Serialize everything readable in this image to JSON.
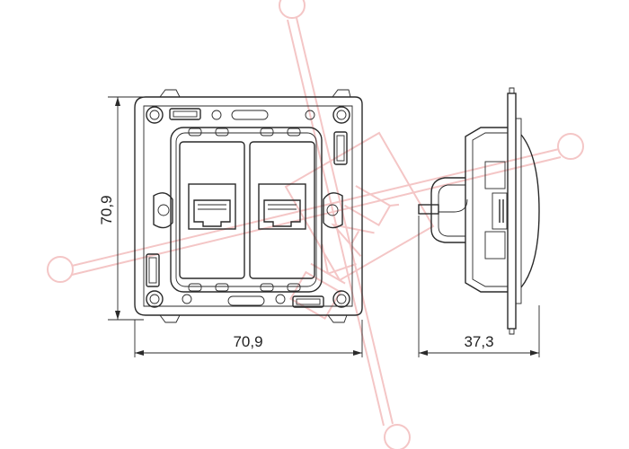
{
  "dimensions": {
    "height_label": "70,9",
    "width_label": "70,9",
    "depth_label": "37,3"
  },
  "colors": {
    "line": "#2a2a2a",
    "watermark": "#f4c6c6",
    "background": "#ffffff"
  }
}
